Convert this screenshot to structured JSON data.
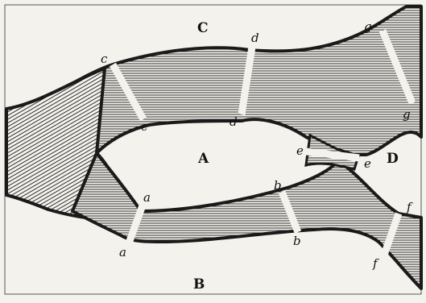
{
  "figure": {
    "colors": {
      "paper": "#f4f2ec",
      "ink": "#151515",
      "hatch": "#2e2e2e",
      "bank": "#1a1a1a"
    },
    "regions": {
      "A": "A",
      "B": "B",
      "C": "C",
      "D": "D"
    },
    "bridge_labels": {
      "a": "a",
      "b": "b",
      "c": "c",
      "d": "d",
      "e": "e",
      "f": "f",
      "g": "g"
    }
  }
}
